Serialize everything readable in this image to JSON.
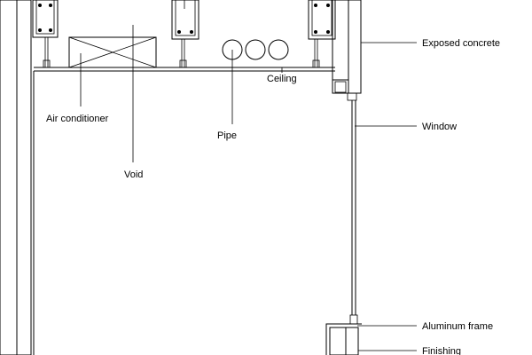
{
  "labels": {
    "exposed_concrete": "Exposed concrete",
    "ceiling": "Ceiling",
    "window": "Window",
    "air_conditioner": "Air conditioner",
    "pipe": "Pipe",
    "void": "Void",
    "aluminum_frame": "Aluminum frame",
    "finishing": "Finishing"
  },
  "colors": {
    "line": "#000000",
    "background": "#ffffff"
  }
}
